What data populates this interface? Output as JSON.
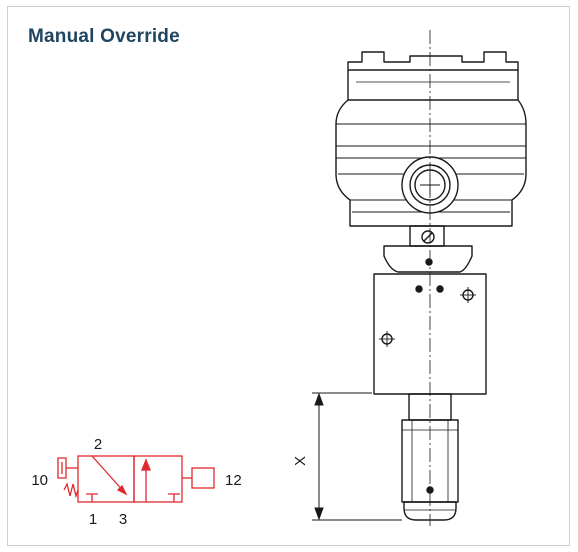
{
  "title": "Manual Override",
  "dimension": {
    "label": "X"
  },
  "symbol": {
    "port_top": "2",
    "port_left": "10",
    "port_right": "12",
    "port_bottom_left": "1",
    "port_bottom_mid": "3"
  },
  "colors": {
    "title": "#1f4661",
    "symbol": "#e0282e",
    "drawing": "#1a1a1a",
    "frame": "#cfcfcf"
  }
}
